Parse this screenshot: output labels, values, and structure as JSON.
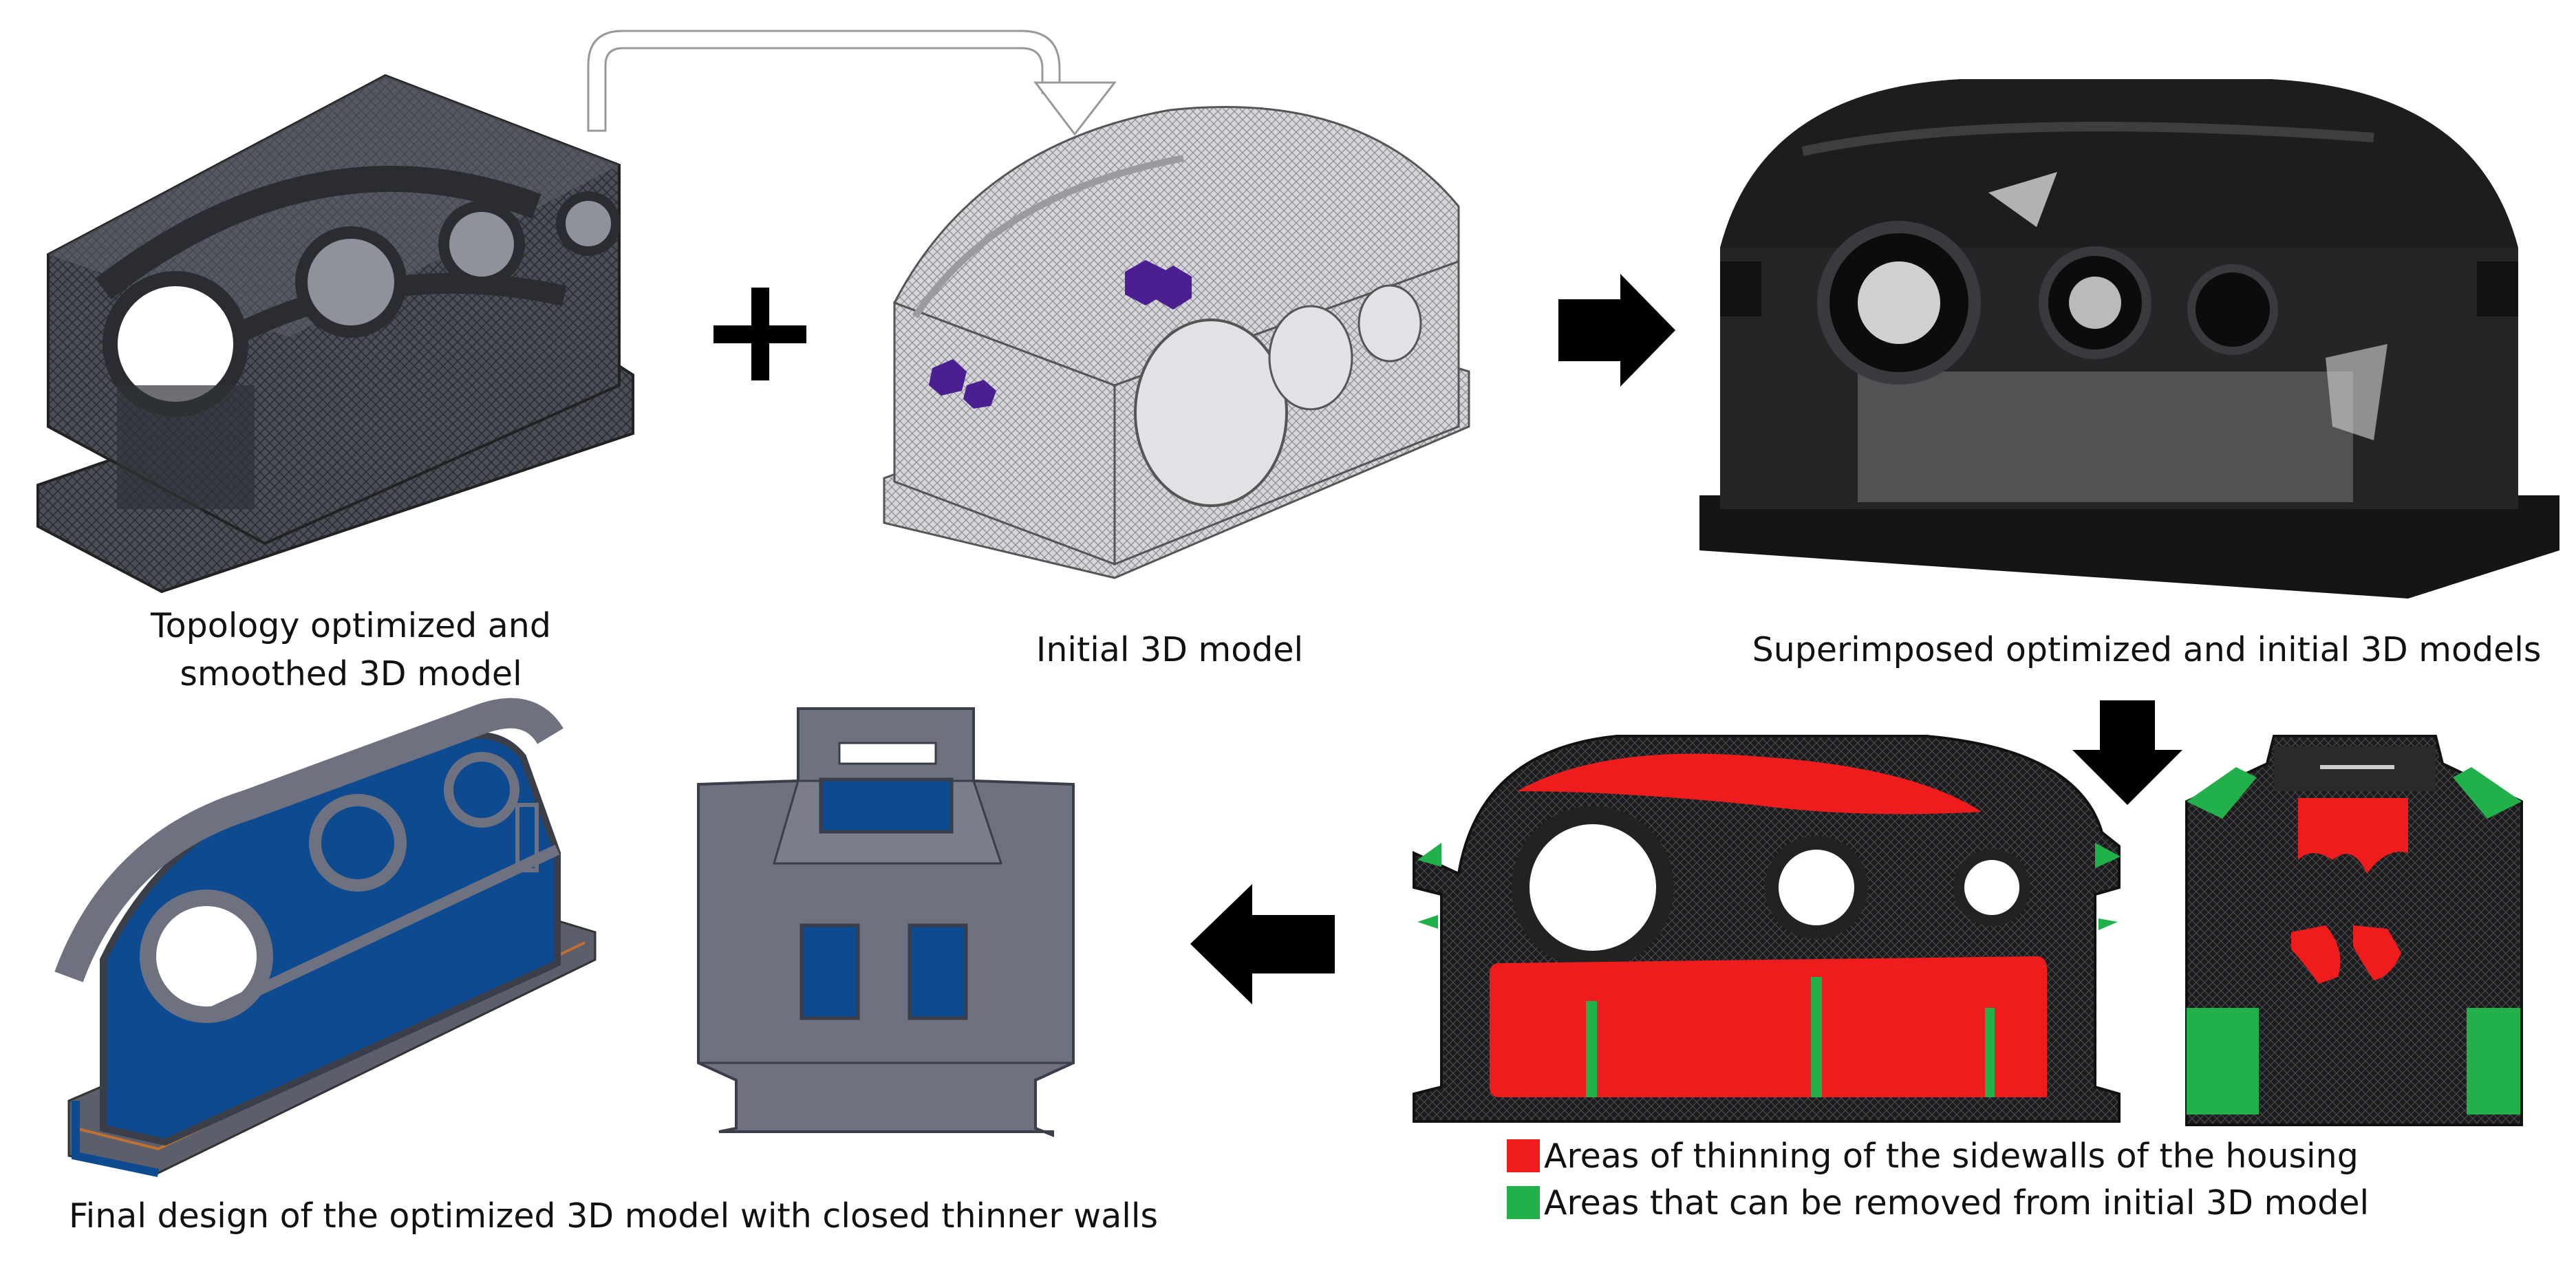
{
  "captions": {
    "topology": [
      "Topology optimized and",
      "smoothed 3D model"
    ],
    "initial": "Initial 3D model",
    "superimposed": "Superimposed optimized and initial 3D models",
    "final": "Final design of the optimized 3D model with closed thinner walls"
  },
  "legend": [
    {
      "color": "#ee1c1c",
      "label": "Areas of thinning of the sidewalls of the housing"
    },
    {
      "color": "#22b04b",
      "label": "Areas that can be removed from initial 3D model"
    }
  ],
  "colors": {
    "mesh_dark": "#3a3d44",
    "mesh_light": "#c8c8cc",
    "black_model": "#161616",
    "blue_panel": "#0e4a8f",
    "gray_body": "#6e7280",
    "thinning_red": "#ee1c1c",
    "removable_green": "#22b04b"
  }
}
